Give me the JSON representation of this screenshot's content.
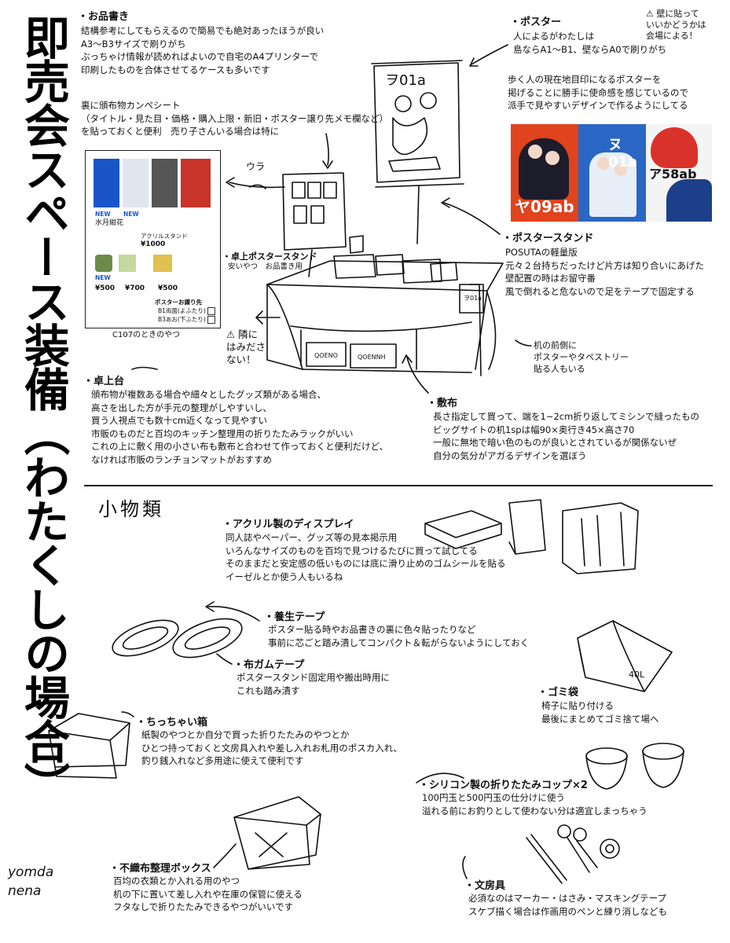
{
  "side_title": "即売会スペース装備（わたくしの場合）",
  "signature": "yomda nena",
  "sections": {
    "oshinagaki": {
      "title": "・お品書き",
      "body": "結構参考にしてもらえるので簡易でも絶対あったほうが良い\nA3〜B3サイズで刷りがち\nぶっちゃけ情報が読めればよいので自宅のA4プリンターで\n印刷したものを合体させてるケースも多いです",
      "body2": "裏に頒布物カンペシート\n（タイトル・見た目・価格・購入上限・新旧・ポスター譲り先メモ欄など）\nを貼っておくと便利　売り子さんいる場合は特に"
    },
    "poster": {
      "title": "・ポスター",
      "body": "人によるがわたしは\n島ならA1〜B1、壁ならA0で刷りがち",
      "body2": "歩く人の現在地目印になるポスターを\n掲げることに勝手に使命感を感じているので\n派手で見やすいデザインで作るようにしてる",
      "note": "⚠ 壁に貼って\nいいかどうかは\n会場による！"
    },
    "poster_stand": {
      "title": "・ポスタースタンド",
      "body": "POSUTAの軽量版\n元々２台持ちだったけど片方は知り合いにあげた\n壁配置の時はお留守番\n風で倒れると危ないので足をテープで固定する"
    },
    "desk_poster_stand": {
      "title": "・卓上ポスタースタンド",
      "body": "安いやつ　お品書き用"
    },
    "takujoudai": {
      "title": "・卓上台",
      "body": "頒布物が複数ある場合や細々としたグッズ類がある場合、\n高さを出した方が手元の整理がしやすいし、\n買う人視点でも数十cm近くなって見やすい\n市販のものだと百均のキッチン整理用の折りたたみラックがいい\nこれの上に敷く用の小さい布も敷布と合わせて作っておくと便利だけど、\nなければ市販のランチョンマットがおすすめ"
    },
    "shikifu": {
      "title": "・敷布",
      "body": "長さ指定して買って、端を1~2cm折り返してミシンで縫ったもの\nビッグサイトの机1spは幅90×奥行き45×高さ70\n一般に無地で暗い色のものが良いとされているが関係ないぜ\n自分の気分がアガるデザインを選ぼう"
    },
    "komono_heading": "小物類",
    "acrylic": {
      "title": "・アクリル製のディスプレイ",
      "body": "同人誌やペーパー、グッズ等の見本掲示用\nいろんなサイズのものを百均で見つけるたびに買って試してる\nそのままだと安定感の低いものには底に滑り止めのゴムシールを貼る\nイーゼルとか使う人もいるね"
    },
    "youjou_tape": {
      "title": "・養生テープ",
      "body": "ポスター貼る時やお品書きの裏に色々貼ったりなど\n事前に芯ごと踏み潰してコンパクト＆転がらないようにしておく"
    },
    "nuno_tape": {
      "title": "・布ガムテープ",
      "body": "ポスタースタンド固定用や搬出時用に\nこれも踏み潰す"
    },
    "gomi": {
      "title": "・ゴミ袋",
      "body": "椅子に貼り付ける\n最後にまとめてゴミ捨て場へ"
    },
    "small_box": {
      "title": "・ちっちゃい箱",
      "body": "紙製のやつとか自分で買った折りたたみのやつとか\nひとつ持っておくと文房具入れや差し入れお札用のポスカ入れ、\n釣り銭入れなど多用途に使えて便利です"
    },
    "silicon_cup": {
      "title": "・シリコン製の折りたたみコップ×2",
      "body": "100円玉と500円玉の仕分けに使う\n溢れる前にお釣りとして使わない分は適宜しまっちゃう"
    },
    "nonwoven_box": {
      "title": "・不織布整理ボックス",
      "body": "百均の衣類とか入れる用のやつ\n机の下に置いて差し入れや在庫の保管に使える\nフタなしで折りたたみできるやつがいいです"
    },
    "stationery": {
      "title": "・文房具",
      "body": "必須なのはマーカー・はさみ・マスキングテープ\nスケブ描く場合は作画用のペンと練り消しなども"
    }
  },
  "annotations": {
    "kura": "ウラ",
    "c107": "C107のときのやつ",
    "hamidashi": "⚠ 隣に\nはみださ\nない！",
    "tapestry": "机の前側に\nポスターやタペストリー\n貼る人もいる",
    "trash_label": "40L"
  },
  "flyer": {
    "new1": "NEW",
    "new2": "NEW",
    "new3": "NEW",
    "author": "水月紺花",
    "acrylic_stand": "アクリルスタンド",
    "price1": "¥1000",
    "price2": "¥500",
    "price3": "¥700",
    "price4": "¥500",
    "poster_gift": "ポスターお譲り先",
    "b1": "B1両面(よふたり)",
    "b3": "B3あお(下ふたり)"
  },
  "sketch": {
    "poster_text": "ヲ01a",
    "desk_label1": "QOENO",
    "desk_label2": "QOENNH",
    "stand_label": "ヲ01a"
  },
  "poster_thumbs": [
    {
      "label": "ヤ09ab",
      "color": "#e0431e"
    },
    {
      "label": "ヌ01a",
      "color": "#2a66c4"
    },
    {
      "label": "ア58ab",
      "color": "#f4f4f4"
    }
  ]
}
